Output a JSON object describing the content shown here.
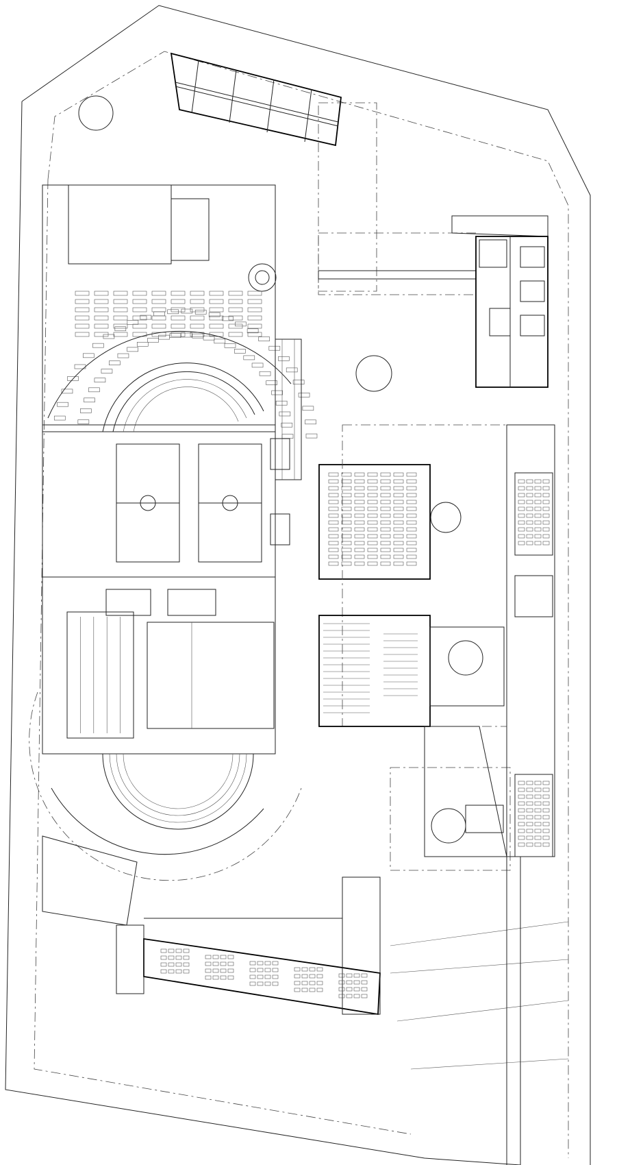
{
  "drawing": {
    "type": "architectural site floor plan",
    "line_color": "#222222",
    "background": "#ffffff",
    "elements": [
      "site-boundary",
      "dormitory-wing",
      "lecture-hall-seating",
      "sports-courts",
      "swimming-pool",
      "amphitheater",
      "auditorium",
      "theater-hall",
      "office-wing",
      "classroom-row",
      "circular-plazas"
    ]
  }
}
